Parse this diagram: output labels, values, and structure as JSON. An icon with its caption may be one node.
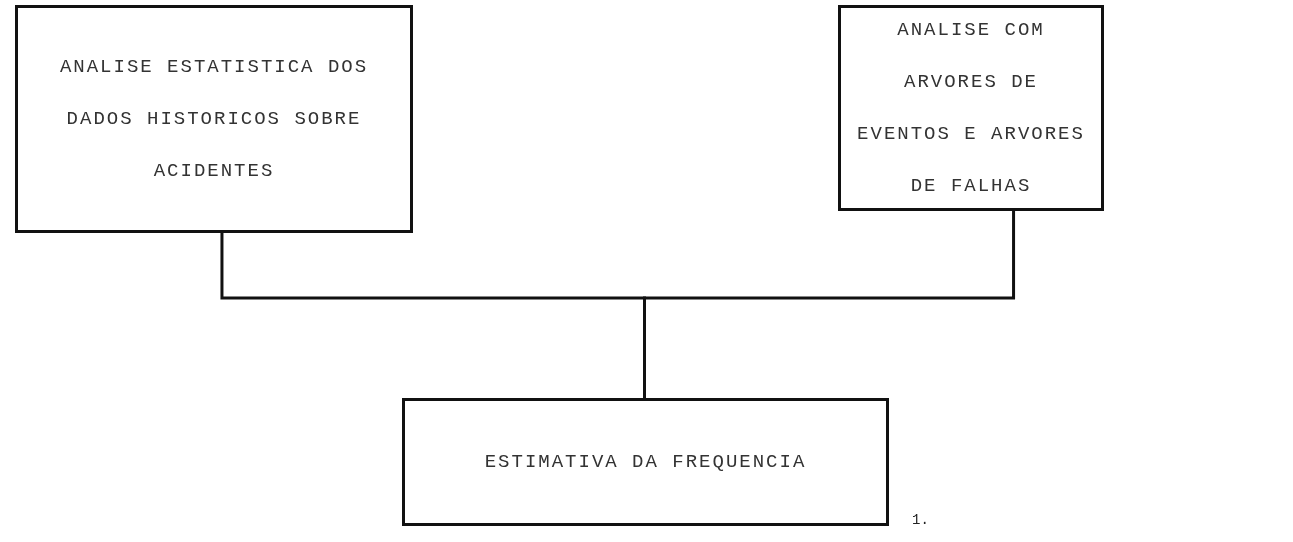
{
  "diagram": {
    "nodes": [
      {
        "text": [
          "ANALISE ESTATISTICA DOS DADOS HISTORICOS SOBRE ACIDENTES"
        ]
      },
      {
        "text": [
          "ANALISE COM ARVORES DE EVENTOS E ARVORES DE FALHAS"
        ]
      },
      {
        "text": [
          "ESTIMATIVA DA FREQUENCIA"
        ]
      }
    ],
    "edges": [
      {
        "from": 0,
        "to": 2,
        "arrow": "none"
      },
      {
        "from": 1,
        "to": 2,
        "arrow": "none"
      }
    ],
    "labels": [
      "1."
    ]
  }
}
